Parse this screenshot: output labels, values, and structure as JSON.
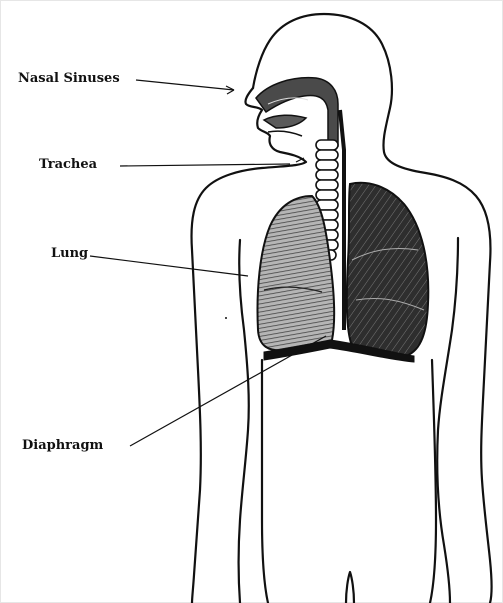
{
  "labels": {
    "nasal_sinuses": "Nasal Sinuses",
    "trachea": "Trachea",
    "lung": "Lung",
    "diaphragm": "Diaphragm"
  },
  "colors": {
    "outline": "#111111",
    "lung_fill": "#3a3a3a",
    "lung_light": "#9a9a9a",
    "background": "#ffffff"
  }
}
